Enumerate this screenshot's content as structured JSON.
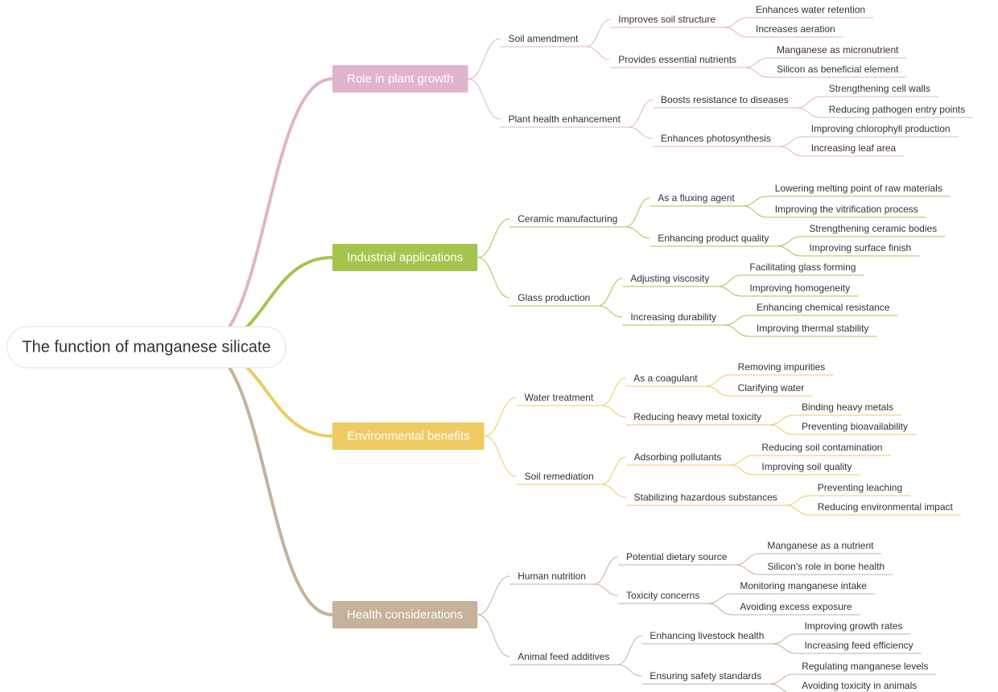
{
  "root": {
    "label": "The function of manganese silicate"
  },
  "branches": [
    {
      "label": "Role in plant growth",
      "color": "#e2b3cd",
      "children": [
        {
          "label": "Soil amendment",
          "children": [
            {
              "label": "Improves soil structure",
              "children": [
                "Enhances water retention",
                "Increases aeration"
              ]
            },
            {
              "label": "Provides essential nutrients",
              "children": [
                "Manganese as micronutrient",
                "Silicon as beneficial element"
              ]
            }
          ]
        },
        {
          "label": "Plant health enhancement",
          "children": [
            {
              "label": "Boosts resistance to diseases",
              "children": [
                "Strengthening cell walls",
                "Reducing pathogen entry points"
              ]
            },
            {
              "label": "Enhances photosynthesis",
              "children": [
                "Improving chlorophyll production",
                "Increasing leaf area"
              ]
            }
          ]
        }
      ]
    },
    {
      "label": "Industrial applications",
      "color": "#a5c44e",
      "children": [
        {
          "label": "Ceramic manufacturing",
          "children": [
            {
              "label": "As a fluxing agent",
              "children": [
                "Lowering melting point of raw materials",
                "Improving the vitrification process"
              ]
            },
            {
              "label": "Enhancing product quality",
              "children": [
                "Strengthening ceramic bodies",
                "Improving surface finish"
              ]
            }
          ]
        },
        {
          "label": "Glass production",
          "children": [
            {
              "label": "Adjusting viscosity",
              "children": [
                "Facilitating glass forming",
                "Improving homogeneity"
              ]
            },
            {
              "label": "Increasing durability",
              "children": [
                "Enhancing chemical resistance",
                "Improving thermal stability"
              ]
            }
          ]
        }
      ]
    },
    {
      "label": "Environmental benefits",
      "color": "#eecb63",
      "children": [
        {
          "label": "Water treatment",
          "children": [
            {
              "label": "As a coagulant",
              "children": [
                "Removing impurities",
                "Clarifying water"
              ]
            },
            {
              "label": "Reducing heavy metal toxicity",
              "children": [
                "Binding heavy metals",
                "Preventing bioavailability"
              ]
            }
          ]
        },
        {
          "label": "Soil remediation",
          "children": [
            {
              "label": "Adsorbing pollutants",
              "children": [
                "Reducing soil contamination",
                "Improving soil quality"
              ]
            },
            {
              "label": "Stabilizing hazardous substances",
              "children": [
                "Preventing leaching",
                "Reducing environmental impact"
              ]
            }
          ]
        }
      ]
    },
    {
      "label": "Health considerations",
      "color": "#c6b19a",
      "children": [
        {
          "label": "Human nutrition",
          "children": [
            {
              "label": "Potential dietary source",
              "children": [
                "Manganese as a nutrient",
                "Silicon's role in bone health"
              ]
            },
            {
              "label": "Toxicity concerns",
              "children": [
                "Monitoring manganese intake",
                "Avoiding excess exposure"
              ]
            }
          ]
        },
        {
          "label": "Animal feed additives",
          "children": [
            {
              "label": "Enhancing livestock health",
              "children": [
                "Improving growth rates",
                "Increasing feed efficiency"
              ]
            },
            {
              "label": "Ensuring safety standards",
              "children": [
                "Regulating manganese levels",
                "Avoiding toxicity in animals"
              ]
            }
          ]
        }
      ]
    }
  ]
}
